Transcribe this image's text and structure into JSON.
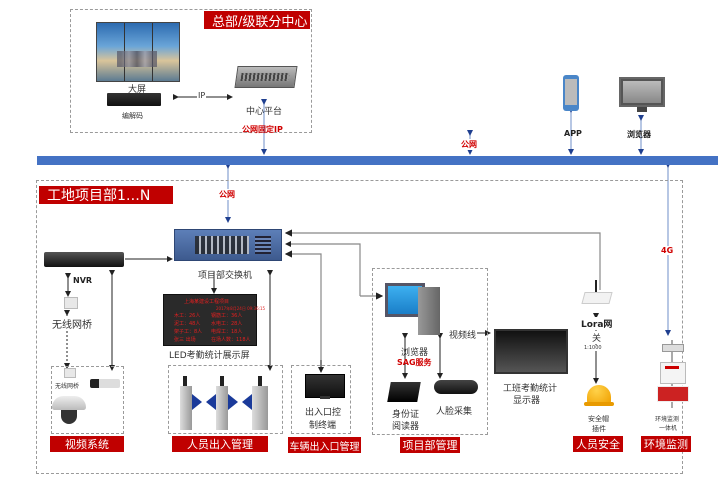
{
  "hq": {
    "title": "总部/级联分中心",
    "video_wall_label": "大屏",
    "decoder_label": "编解码",
    "link_label": "IP",
    "platform_label": "中心平台",
    "public_ip_label": "公网固定IP"
  },
  "network": {
    "bus_color": "#4472c4",
    "public_net_label": "公网",
    "app_label": "APP",
    "browser_label": "浏览器",
    "site_public_net_label": "公网",
    "cellular_label": "4G"
  },
  "site": {
    "title": "工地项目部1…N",
    "switch_label": "项目部交换机",
    "nvr_label": "NVR",
    "bridge_label": "无线网桥",
    "bridge_small_label": "无线网桥",
    "led_screen": {
      "label": "LED考勤统计展示屏",
      "header": "上海某建设工程项目",
      "date": "2017年8月24日 09:36:15",
      "rows": [
        [
          "木工：26人",
          "钢筋工：36人"
        ],
        [
          "泥工：48人",
          "水电工：28人"
        ],
        [
          "架子工：8人",
          "电焊工：18人"
        ],
        [
          "张三 出场",
          "在场人数：118人"
        ]
      ]
    },
    "gate_terminal_label_1": "出入口控",
    "gate_terminal_label_2": "制终端",
    "pc_label": "浏览器",
    "sag_label": "SAG服务",
    "video_cable_label": "视频线",
    "id_reader_label_1": "身份证",
    "id_reader_label_2": "阅读器",
    "face_capture_label": "人脸采集",
    "display_label_1": "工班考勤统计",
    "display_label_2": "显示器",
    "lora_label_1": "Lora网",
    "lora_label_2": "关",
    "lora_ratio": "1:1000",
    "helmet_label_1": "安全帽",
    "helmet_label_2": "插件",
    "env_label_1": "环境监测",
    "env_label_2": "一体机"
  },
  "categories": [
    {
      "label": "视频系统"
    },
    {
      "label": "人员出入管理"
    },
    {
      "label": "车辆出入口管理"
    },
    {
      "label": "项目部管理"
    },
    {
      "label": "人员安全"
    },
    {
      "label": "环境监测"
    }
  ],
  "colors": {
    "accent_red": "#c00000",
    "bus_blue": "#4472c4",
    "label_red": "#d00000"
  }
}
